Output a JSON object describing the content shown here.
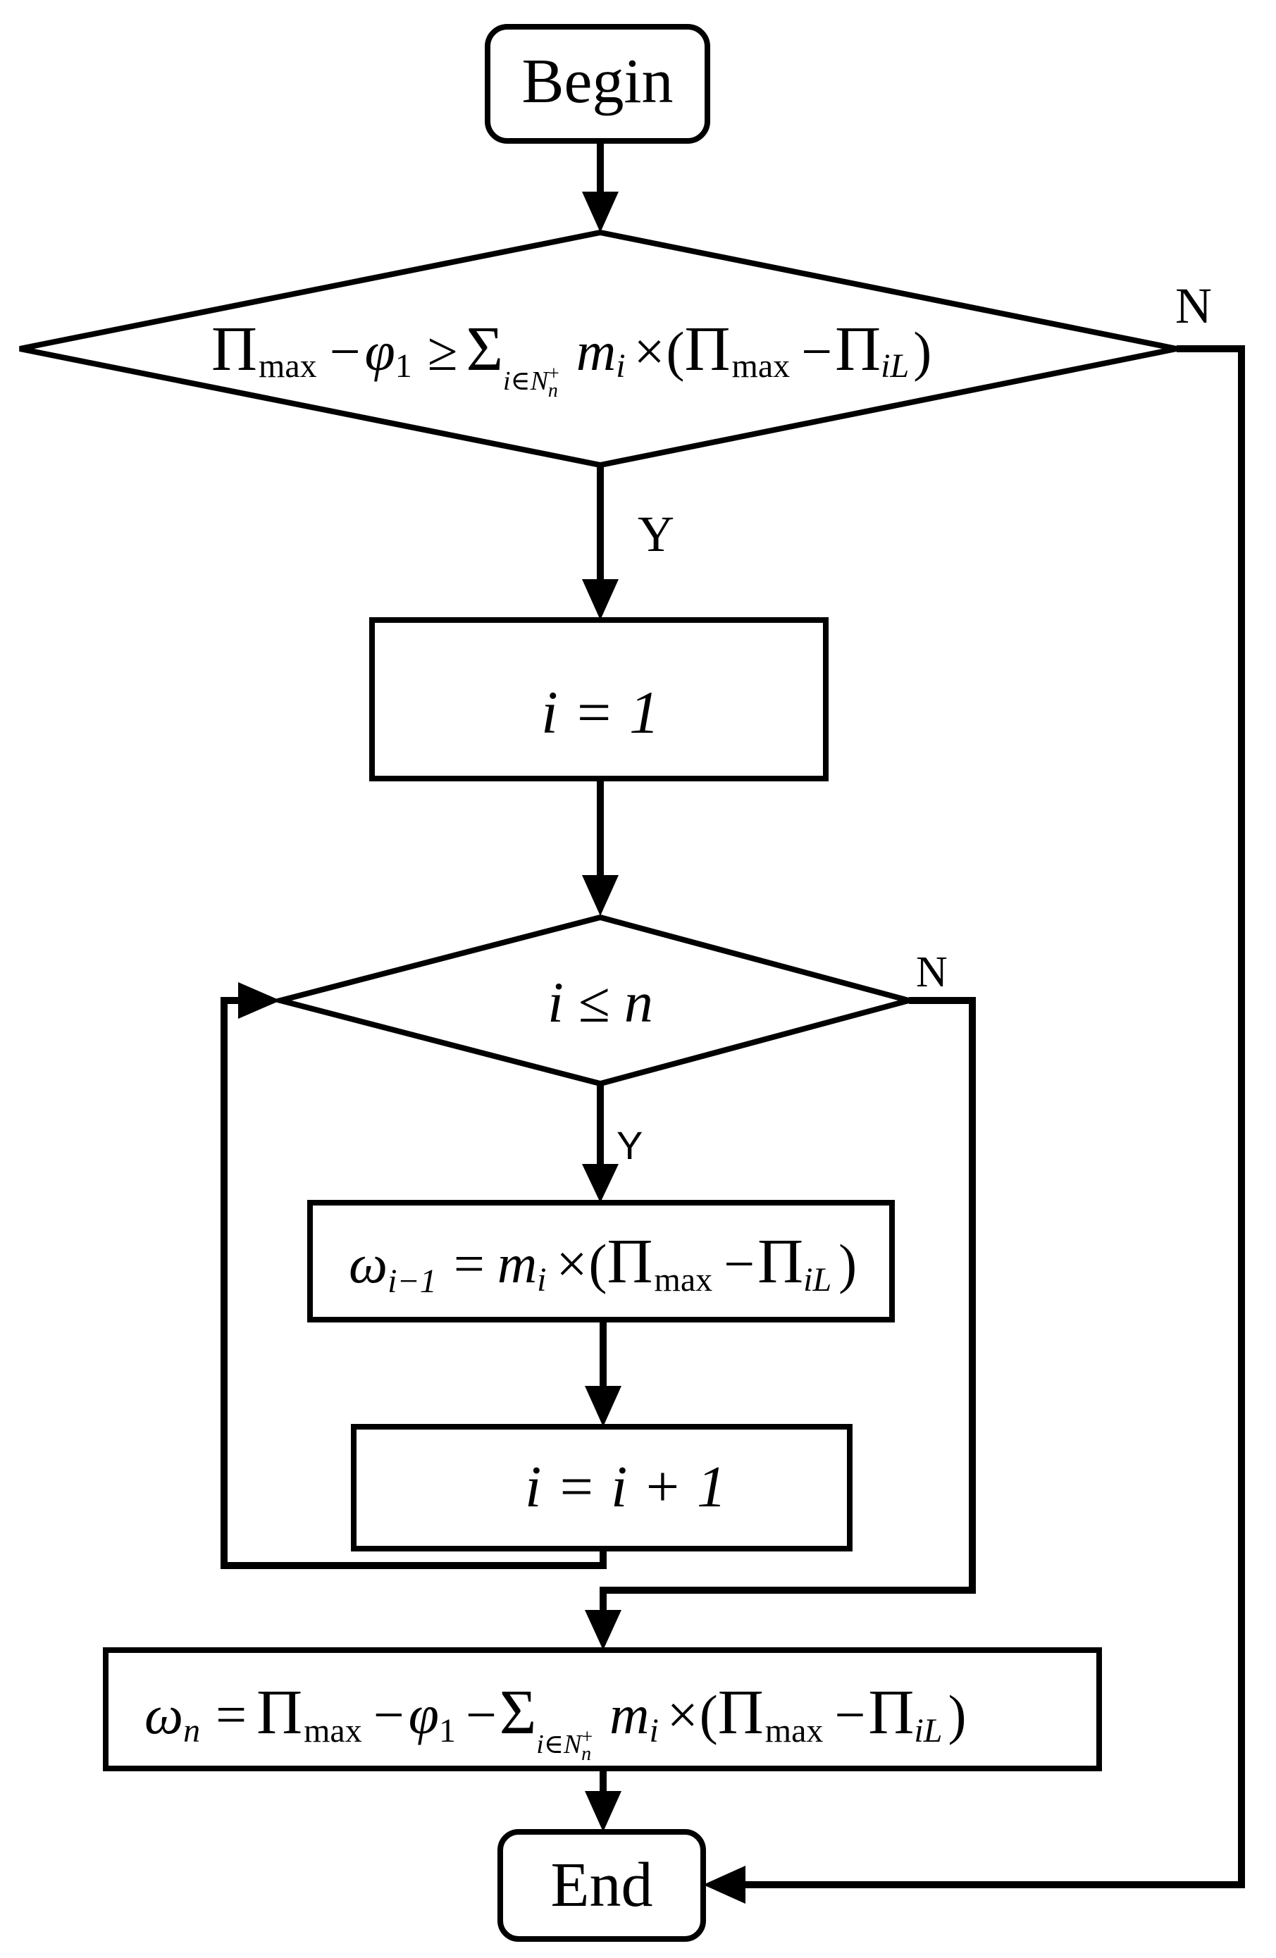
{
  "nodes": {
    "begin": "Begin",
    "end": "End",
    "cond1": {
      "pi": "Π",
      "max": "max",
      "minus": "−",
      "phi": "φ",
      "one": "1",
      "ge": "≥",
      "sigma": "Σ",
      "idx": "i∈",
      "N": "N",
      "n": "n",
      "plus": "+",
      "m": "m",
      "i": "i",
      "times": "×",
      "lp": "(",
      "rp": ")",
      "iL": "iL"
    },
    "init": "i = 1",
    "loop_cond": "i ≤ n",
    "assign": {
      "omega": "ω",
      "sub": "i−1",
      "eq": "=",
      "m": "m",
      "i": "i",
      "times": "×",
      "lp": "(",
      "pi": "Π",
      "max": "max",
      "minus": "−",
      "iL": "iL",
      "rp": ")"
    },
    "increment": "i = i + 1",
    "final": {
      "omega": "ω",
      "n": "n",
      "eq": "=",
      "pi": "Π",
      "max": "max",
      "minus": "−",
      "phi": "φ",
      "one": "1",
      "sigma": "Σ",
      "idx": "i∈",
      "N": "N",
      "plus": "+",
      "m": "m",
      "i": "i",
      "times": "×",
      "lp": "(",
      "rp": ")",
      "iL": "iL"
    }
  },
  "branch_labels": {
    "cond1_yes": "Y",
    "cond1_no": "N",
    "loop_yes": "Y",
    "loop_no": "N"
  }
}
